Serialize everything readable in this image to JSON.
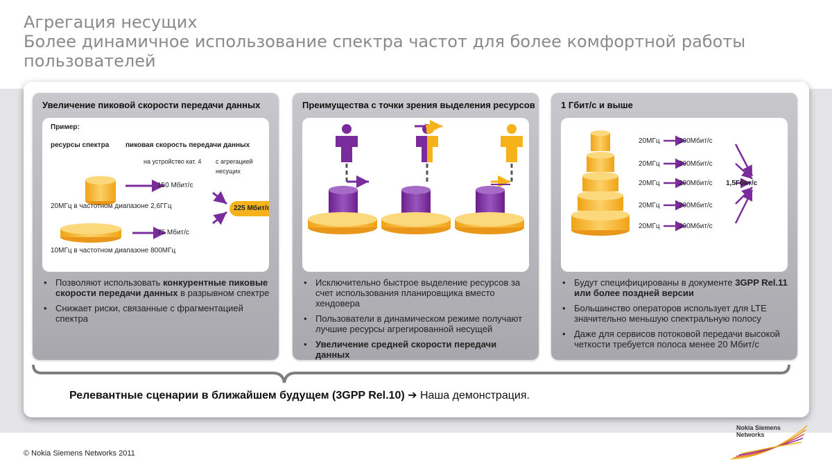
{
  "title": {
    "line1": "Агрегация несущих",
    "line2": "Более динамичное использование спектра частот для более комфортной работы",
    "line3": "пользователей"
  },
  "colors": {
    "accent_orange": "#f6b21a",
    "accent_purple": "#7a2c9d",
    "panel_gray": "#b5b5ba",
    "title_gray": "#8a8a8a"
  },
  "panel1": {
    "heading": "Увеличение пиковой скорости передачи данных",
    "example": "Пример:",
    "col_spectrum": "ресурсы спектра",
    "col_peak": "пиковая скорость передачи данных",
    "device_cat": "на устройство кат. 4",
    "aggregated_1": "с агрегацией",
    "aggregated_2": "несущих",
    "rate1": "150 Мбит/с",
    "rate2": "75 Мбит/с",
    "total": "225 Мбит/с",
    "band1": "20МГц в частотном диапазоне 2,6ГГц",
    "band2": "10МГц в частотном диапазоне 800МГц",
    "bullet1_pre": "Позволяют использовать ",
    "bullet1_bold": "конкурентные пиковые скорости передачи данных",
    "bullet1_post": " в разрывном спектре",
    "bullet2": "Снижает риски, связанные с фрагментацией спектра"
  },
  "panel2": {
    "heading": "Преимущества с точки зрения выделения ресурсов",
    "bullet1": "Исключительно быстрое выделение ресурсов за счет использования планировщика вместо хендовера",
    "bullet2": "Пользователи в динамическом режиме получают лучшие ресурсы агрегированной несущей",
    "bullet3": "Увеличение средней скорости передачи данных"
  },
  "panel3": {
    "heading": "1 Гбит/с и выше",
    "layers": [
      {
        "bw": "20МГц",
        "rate": "200Мбит/с"
      },
      {
        "bw": "20МГц",
        "rate": "200Мбит/с"
      },
      {
        "bw": "20МГц",
        "rate": "200Мбит/с"
      },
      {
        "bw": "20МГц",
        "rate": "200Мбит/с"
      },
      {
        "bw": "20МГц",
        "rate": "200Мбит/с"
      }
    ],
    "total": "1,5Гбит/с",
    "bullet1_pre": "Будут специфицированы в документе ",
    "bullet1_bold": "3GPP Rel.11 или более поздней версии",
    "bullet2": "Большинство операторов использует для LTE значительно меньшую спектральную полосу",
    "bullet3": "Даже для сервисов потоковой передачи высокой четкости требуется полоса менее 20 Мбит/с"
  },
  "bottom": {
    "bold_text": "Релевантные сценарии в ближайшем будущем (3GPP Rel.10)",
    "arrow": "➔",
    "normal_text": " Наша демонстрация."
  },
  "footer": {
    "copyright": "© Nokia Siemens Networks 2011",
    "logo_line1": "Nokia Siemens",
    "logo_line2": "Networks"
  }
}
